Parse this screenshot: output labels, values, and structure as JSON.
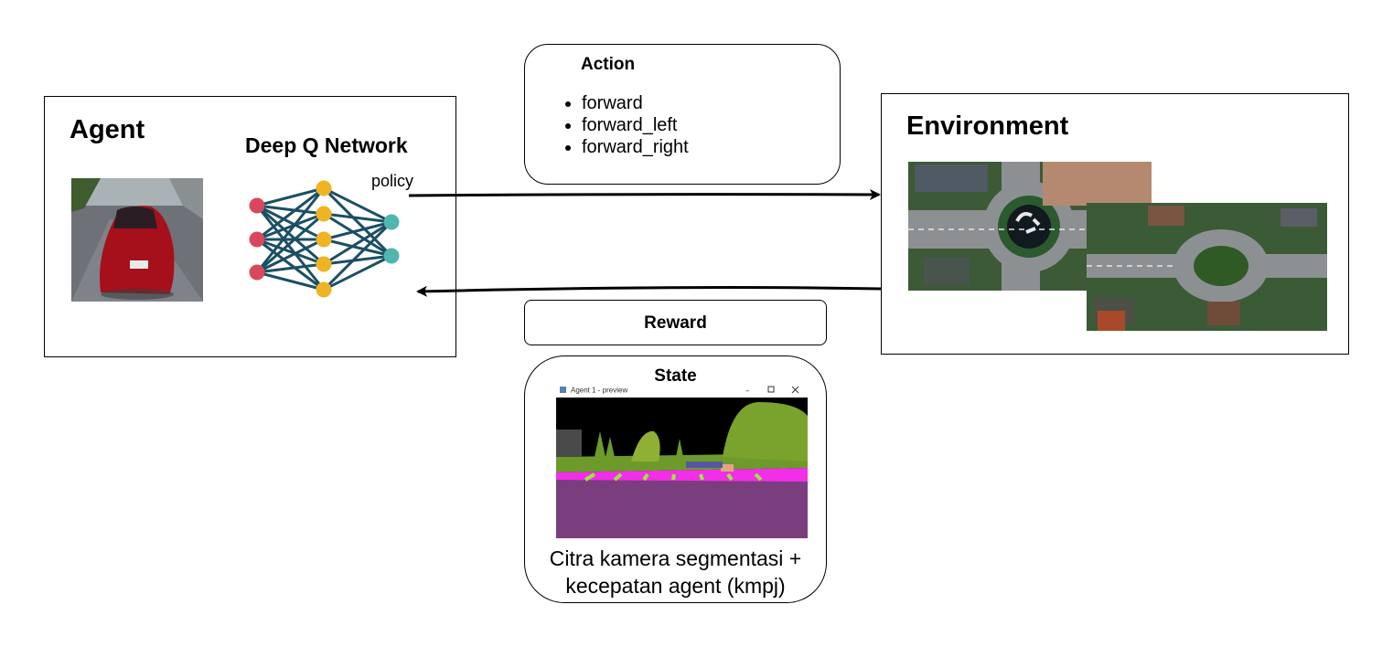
{
  "agent": {
    "title": "Agent",
    "network_title": "Deep Q Network",
    "policy_label": "policy"
  },
  "action": {
    "title": "Action",
    "items": [
      "forward",
      "forward_left",
      "forward_right"
    ]
  },
  "environment": {
    "title": "Environment"
  },
  "reward": {
    "title": "Reward"
  },
  "state": {
    "title": "State",
    "preview_window_title": "Agent 1 - preview",
    "caption_line1": "Citra kamera segmentasi +",
    "caption_line2": "kecepatan agent (kmpj)"
  },
  "colors": {
    "input_node": "#d9475e",
    "hidden_node": "#f0b323",
    "output_node": "#4fb7ad",
    "edge": "#1b4f63",
    "segment_road": "#7a3d7e",
    "segment_sidewalk": "#f22ee8",
    "segment_vegetation": "#6d9a2a"
  }
}
